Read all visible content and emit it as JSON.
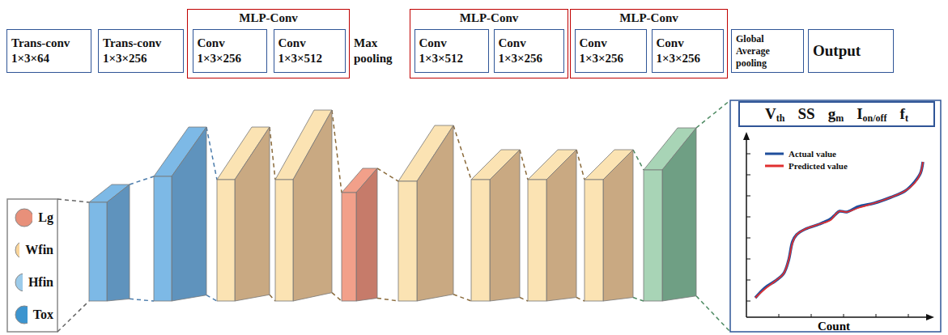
{
  "diagram": {
    "nodes": [
      {
        "text": [
          "Trans-conv 1×3×64"
        ]
      },
      {
        "text": [
          "Trans-conv 1×3×256"
        ]
      },
      {
        "text": [
          "MLP-Conv"
        ]
      },
      {
        "text": [
          "Conv 1×3×256"
        ],
        "in": 2
      },
      {
        "text": [
          "Conv 1×3×512"
        ],
        "in": 2
      },
      {
        "text": [
          "Max pooling"
        ]
      },
      {
        "text": [
          "MLP-Conv"
        ]
      },
      {
        "text": [
          "Conv 1×3×512"
        ],
        "in": 6
      },
      {
        "text": [
          "Conv 1×3×256"
        ],
        "in": 6
      },
      {
        "text": [
          "MLP-Conv"
        ]
      },
      {
        "text": [
          "Conv 1×3×256"
        ],
        "in": 9
      },
      {
        "text": [
          "Conv 1×3×256"
        ],
        "in": 9
      },
      {
        "text": [
          "Global Average pooling"
        ]
      },
      {
        "text": [
          "Output"
        ]
      },
      {
        "text": [
          "Lg"
        ]
      },
      {
        "text": [
          "Wfin"
        ]
      },
      {
        "text": [
          "Hfin"
        ]
      },
      {
        "text": [
          "Tox"
        ]
      },
      {
        "text": [
          "V",
          "th",
          "SS",
          "g",
          "m",
          "I",
          "on/off",
          "f",
          "t"
        ]
      }
    ],
    "labels": [
      "Count"
    ],
    "legend": [
      {
        "text": "Actual value"
      },
      {
        "text": "Predicted value"
      }
    ]
  }
}
